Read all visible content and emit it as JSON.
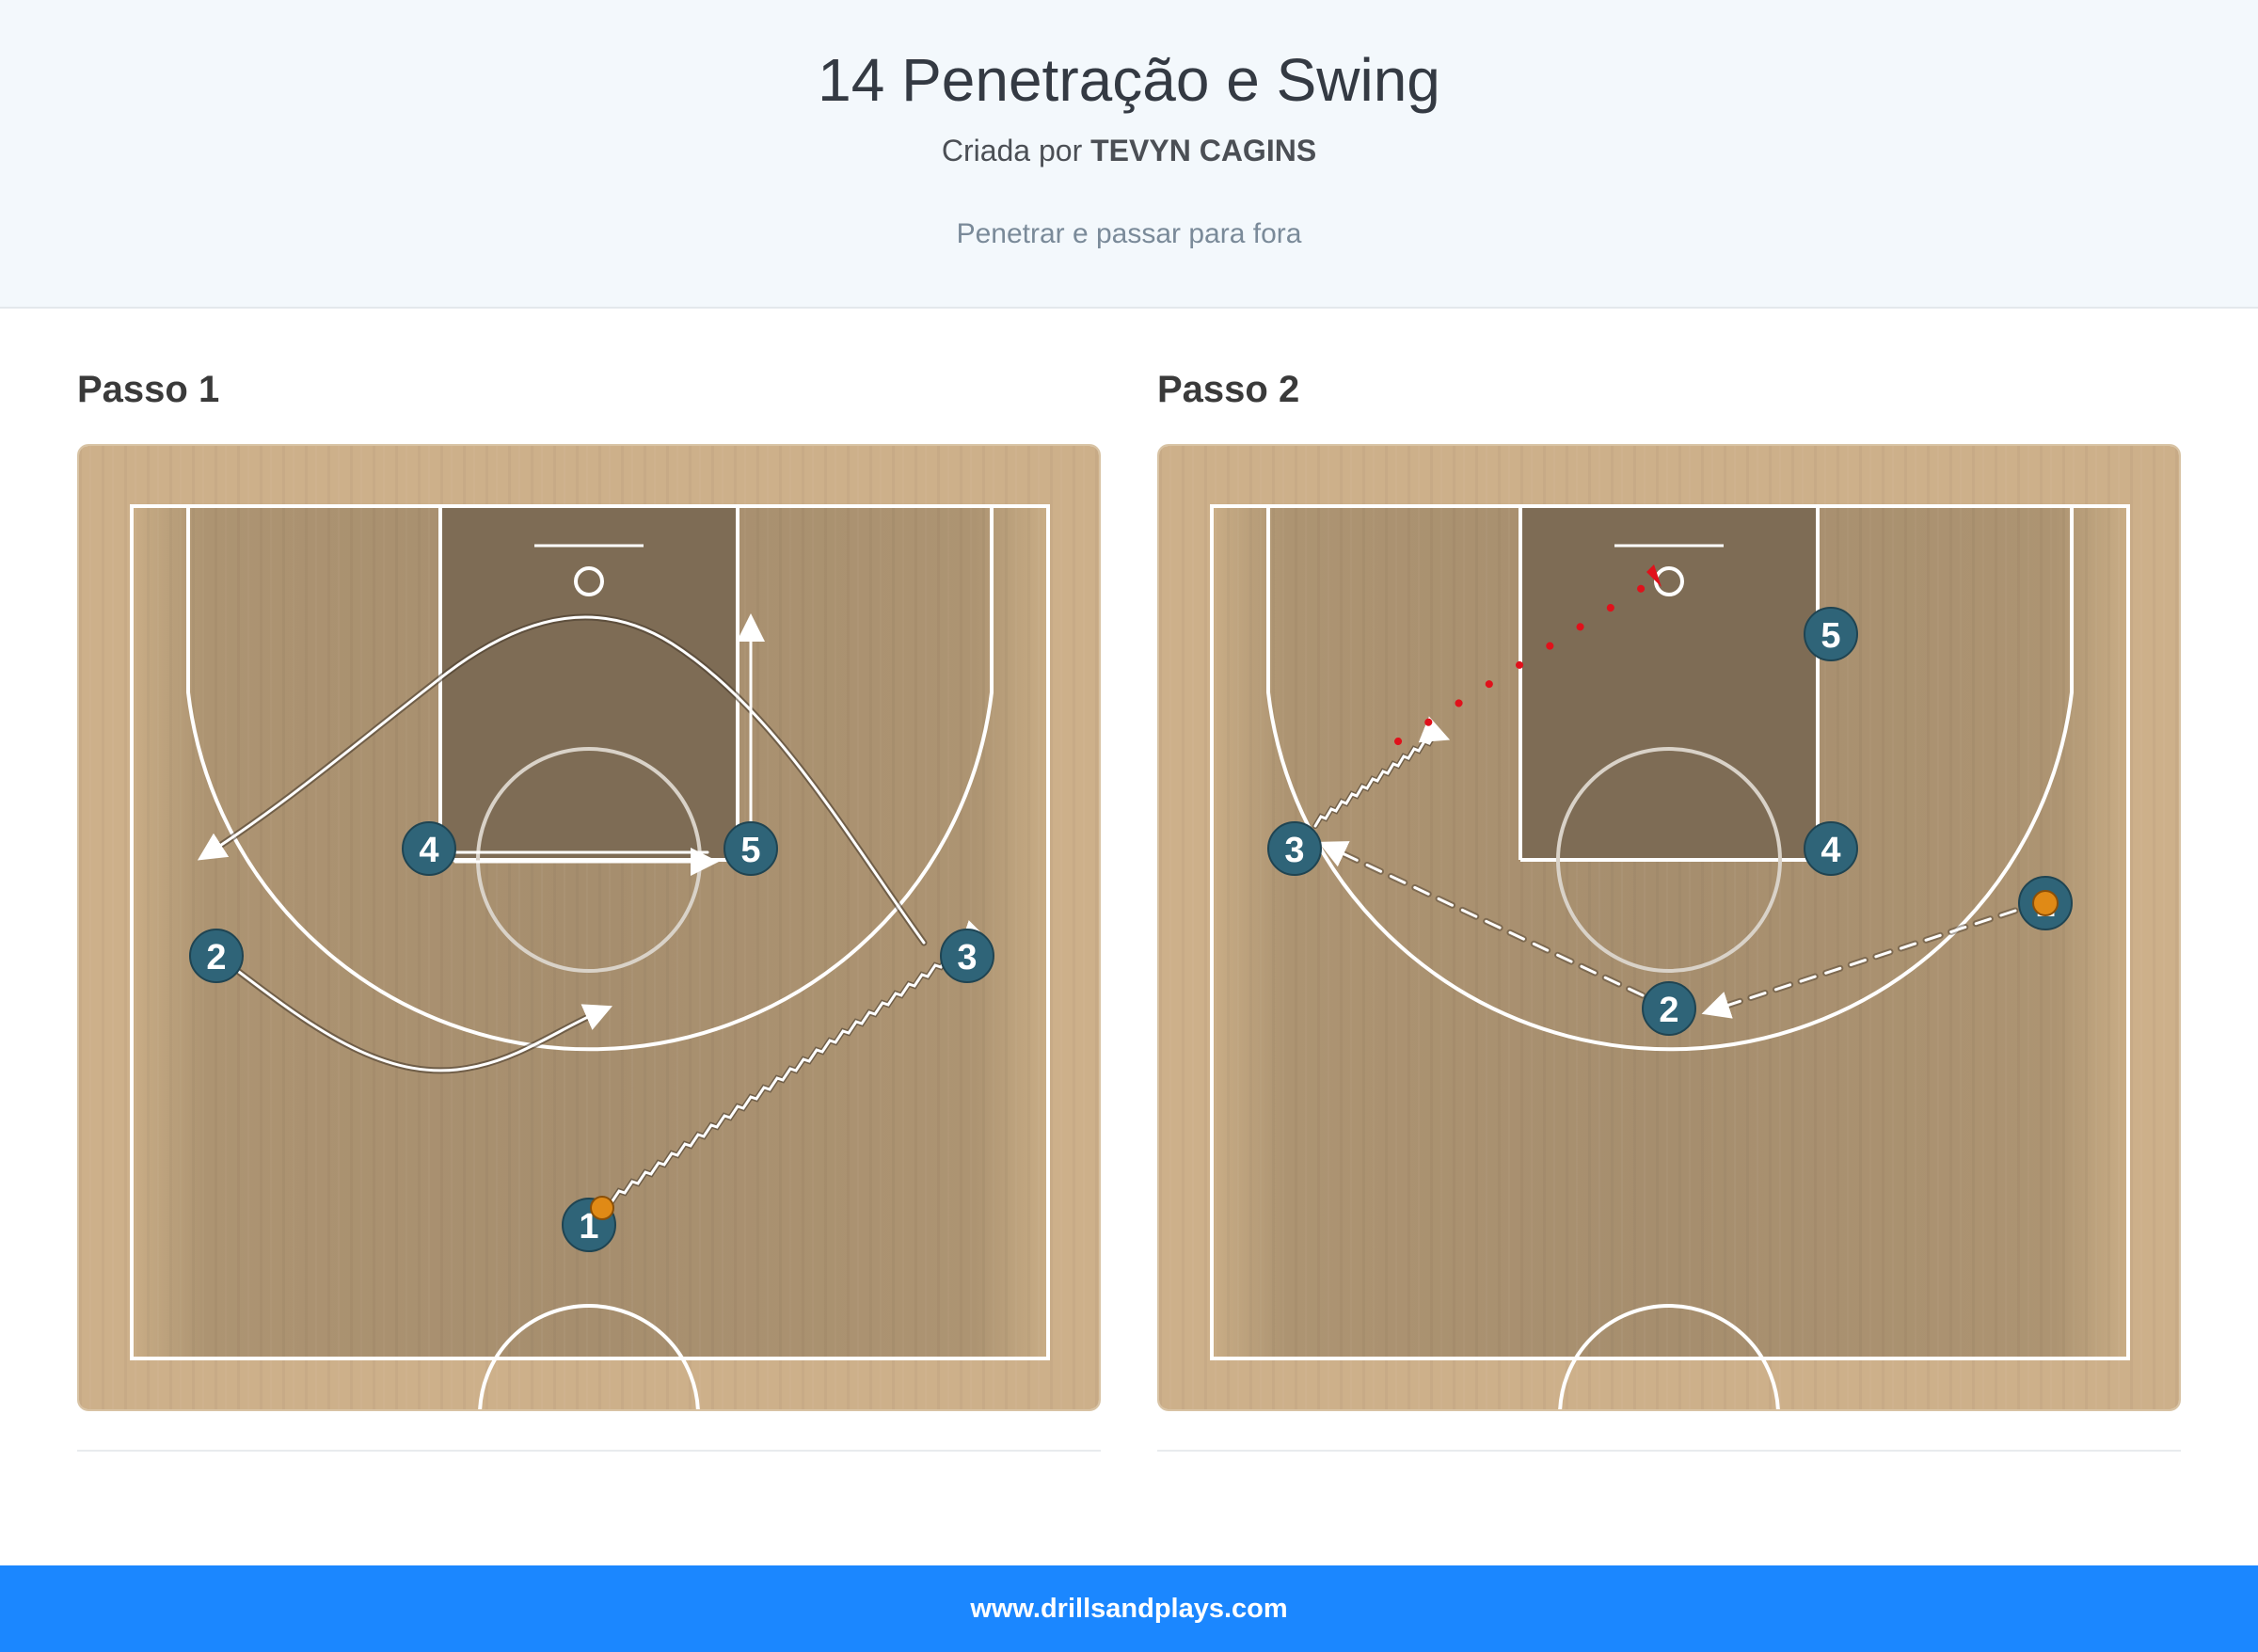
{
  "header": {
    "title": "14 Penetração e Swing",
    "created_by_prefix": "Criada por",
    "author": "TEVYN CAGINS",
    "description": "Penetrar e passar para fora"
  },
  "steps": [
    {
      "title": "Passo 1",
      "players": [
        {
          "label": "1",
          "has_ball": true
        },
        {
          "label": "2",
          "has_ball": false
        },
        {
          "label": "3",
          "has_ball": false
        },
        {
          "label": "4",
          "has_ball": false
        },
        {
          "label": "5",
          "has_ball": false
        }
      ]
    },
    {
      "title": "Passo 2",
      "players": [
        {
          "label": "2",
          "has_ball": false
        },
        {
          "label": "3",
          "has_ball": false
        },
        {
          "label": "4",
          "has_ball": false
        },
        {
          "label": "5",
          "has_ball": false
        },
        {
          "label": "1",
          "has_ball": true
        }
      ]
    }
  ],
  "colors": {
    "player": "#2f6478",
    "shot": "#e0111b",
    "footer": "#1b87ff"
  },
  "footer": {
    "url": "www.drillsandplays.com"
  }
}
